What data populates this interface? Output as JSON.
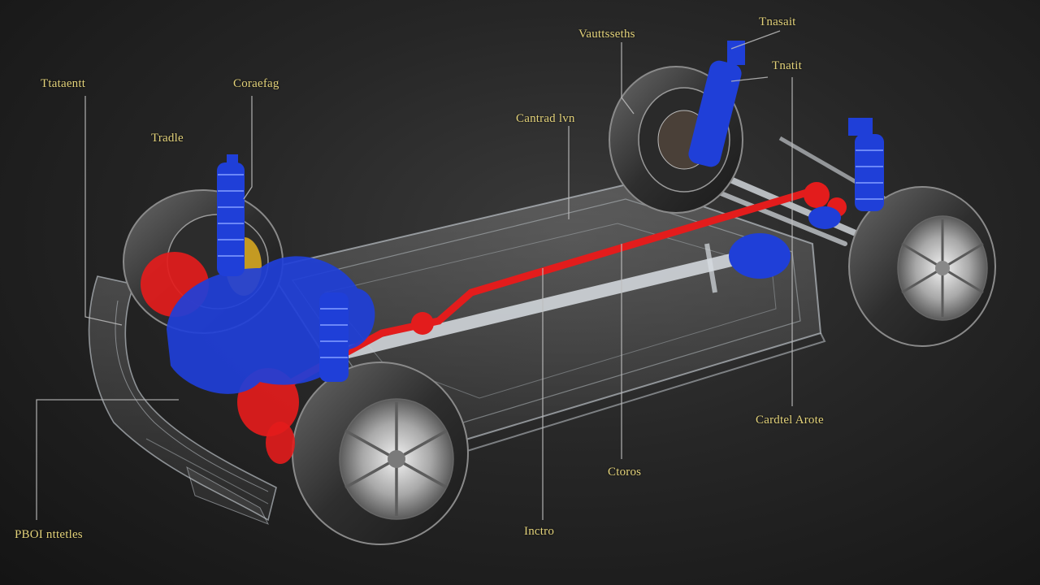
{
  "labels": [
    {
      "id": "top-left-1",
      "text": "Ttataentt"
    },
    {
      "id": "top-left-2",
      "text": "Coraefag"
    },
    {
      "id": "trade",
      "text": "Tradle"
    },
    {
      "id": "top-center",
      "text": "Vauttsseths"
    },
    {
      "id": "top-right-1",
      "text": "Tnasait"
    },
    {
      "id": "top-right-2",
      "text": "Tnatit"
    },
    {
      "id": "center",
      "text": "Cantrad lvn"
    },
    {
      "id": "right-low",
      "text": "Cardtel Arote"
    },
    {
      "id": "bottom-center-1",
      "text": "Ctoros"
    },
    {
      "id": "bottom-center-2",
      "text": "Inctro"
    },
    {
      "id": "bottom-left",
      "text": "PBOI nttetles"
    }
  ],
  "colors": {
    "label": "#e3d27a",
    "suspension_blue": "#1f3fd8",
    "driveline_red": "#e31c1c",
    "tire": "#3b3b3b",
    "frame": "#d7dde3"
  }
}
